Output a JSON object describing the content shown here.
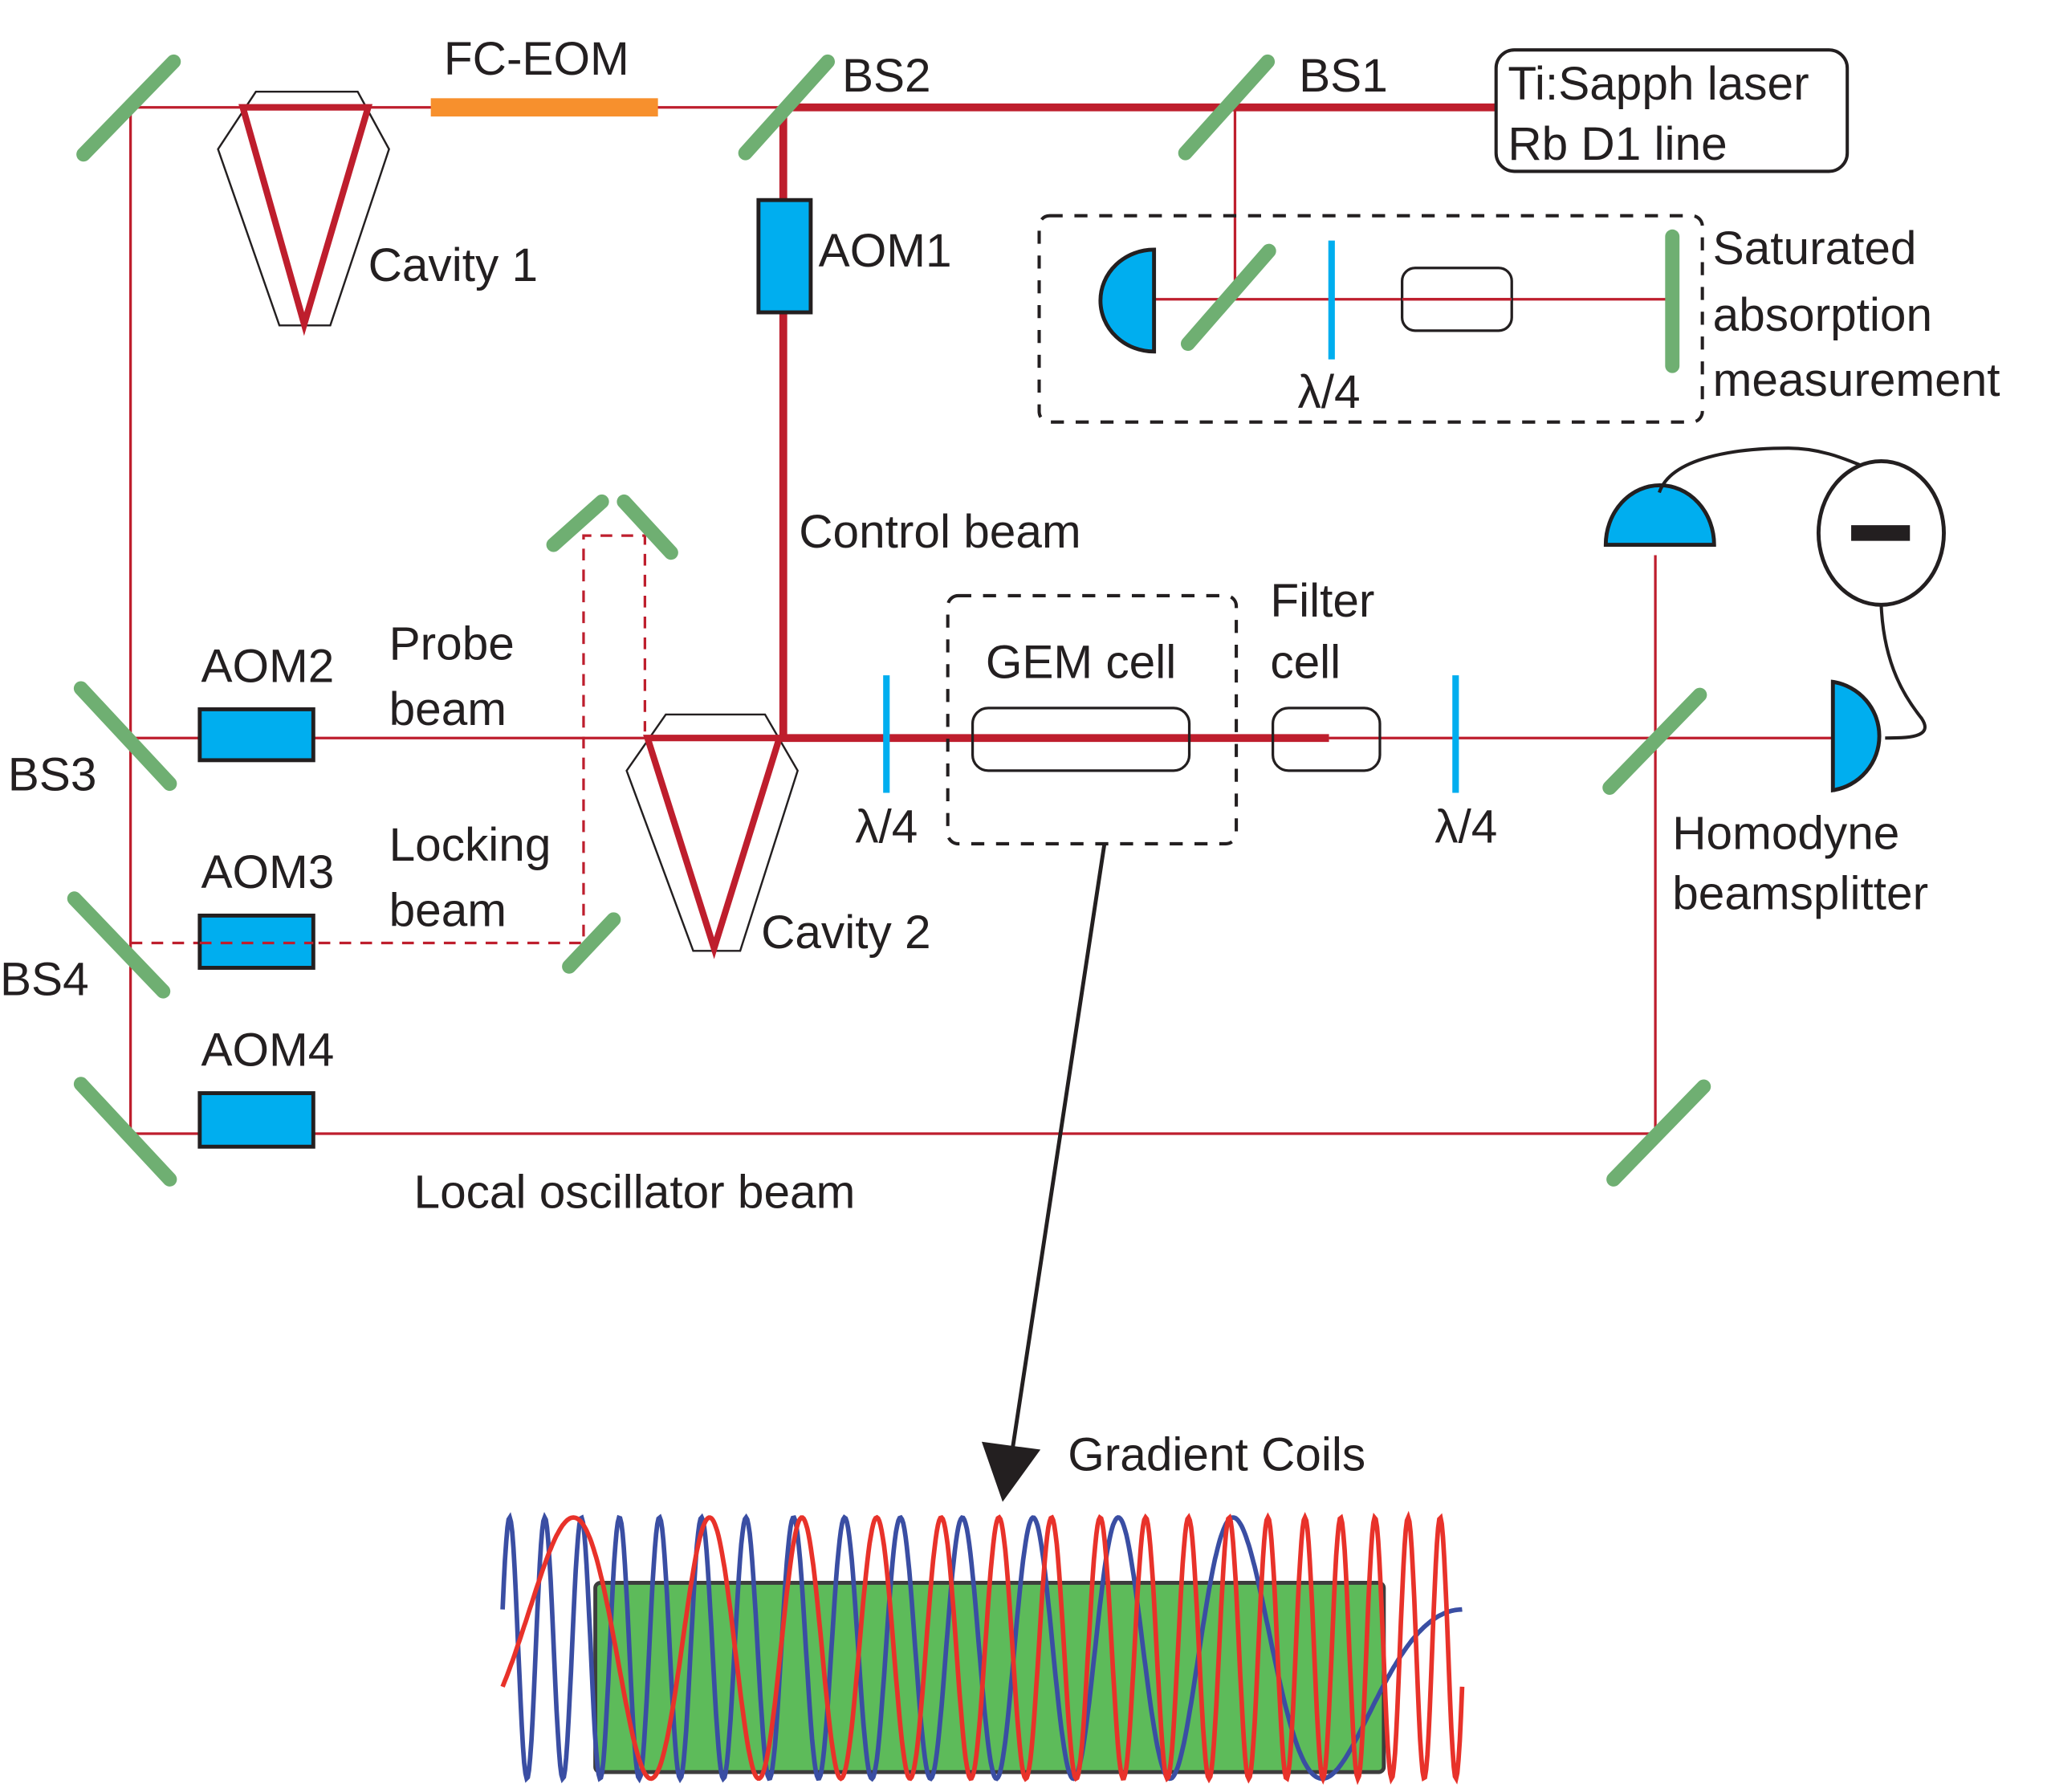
{
  "colors": {
    "beam": "#be1e2d",
    "mirror": "#6faf72",
    "aom": "#00aeef",
    "eom": "#f7902d",
    "cell_fill": "#5dbb5a",
    "coil_blue": "#3a4ea3",
    "coil_red": "#e8322a"
  },
  "labels": {
    "fc_eom": "FC-EOM",
    "bs1": "BS1",
    "bs2": "BS2",
    "bs3": "BS3",
    "bs4": "BS4",
    "laser_line1": "Ti:Sapph laser",
    "laser_line2": "Rb D1 line",
    "cavity1": "Cavity 1",
    "cavity2": "Cavity 2",
    "aom1": "AOM1",
    "aom2": "AOM2",
    "aom3": "AOM3",
    "aom4": "AOM4",
    "satabs_line1": "Saturated",
    "satabs_line2": "absorption",
    "satabs_line3": "measurement",
    "quarter_wave": "λ/4",
    "control_beam": "Control beam",
    "probe_line1": "Probe",
    "probe_line2": "beam",
    "locking_line1": "Locking",
    "locking_line2": "beam",
    "gem_cell": "GEM cell",
    "filter_line1": "Filter",
    "filter_line2": "cell",
    "homodyne_line1": "Homodyne",
    "homodyne_line2": "beamsplitter",
    "local_oscillator": "Local oscillator beam",
    "gradient_coils": "Gradient Coils",
    "subtract_symbol": "minus-icon"
  }
}
